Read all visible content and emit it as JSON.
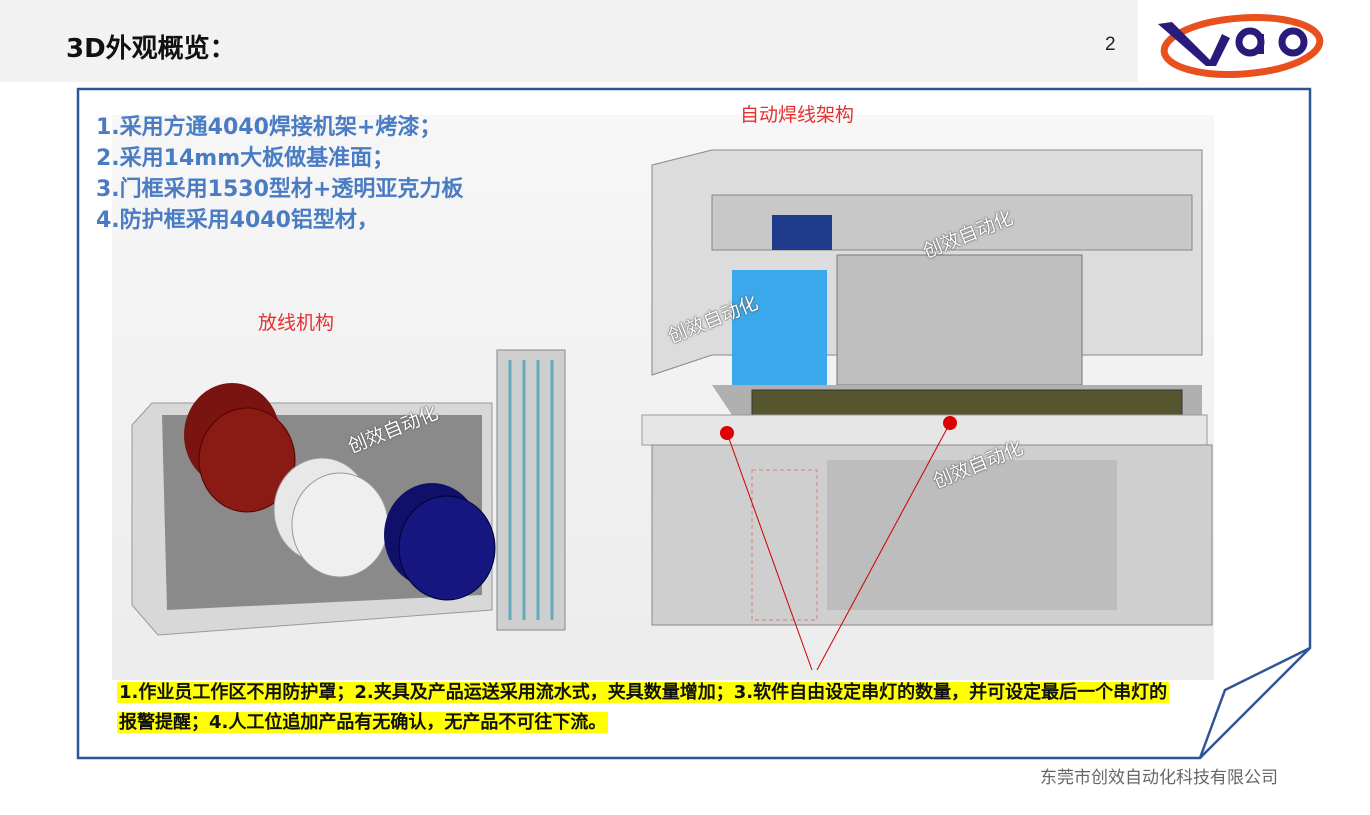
{
  "header": {
    "title": "3D外观概览：",
    "page_number": "2"
  },
  "logo": {
    "text": "VIAO",
    "colors": {
      "swoosh": "#e8501e",
      "letters": "#2a1a7a"
    }
  },
  "specs": [
    "1.采用方通4040焊接机架+烤漆；",
    "2.采用14mm大板做基准面；",
    "3.门框采用1530型材+透明亚克力板",
    "4.防护框采用4040铝型材，"
  ],
  "labels": {
    "welding": "自动焊线架构",
    "payoff": "放线机构"
  },
  "watermark": "创效自动化",
  "caption": "1.作业员工作区不用防护罩；2.夹具及产品运送采用流水式，夹具数量增加；3.软件自由设定串灯的数量，并可设定最后一个串灯的报警提醒；4.人工位追加产品有无确认，无产品不可往下流。",
  "footer": "东莞市创效自动化科技有限公司",
  "colors": {
    "frame": "#2f5597",
    "spec_text": "#4a7cc4",
    "label_red": "#e53030",
    "highlight": "#ffff00"
  }
}
